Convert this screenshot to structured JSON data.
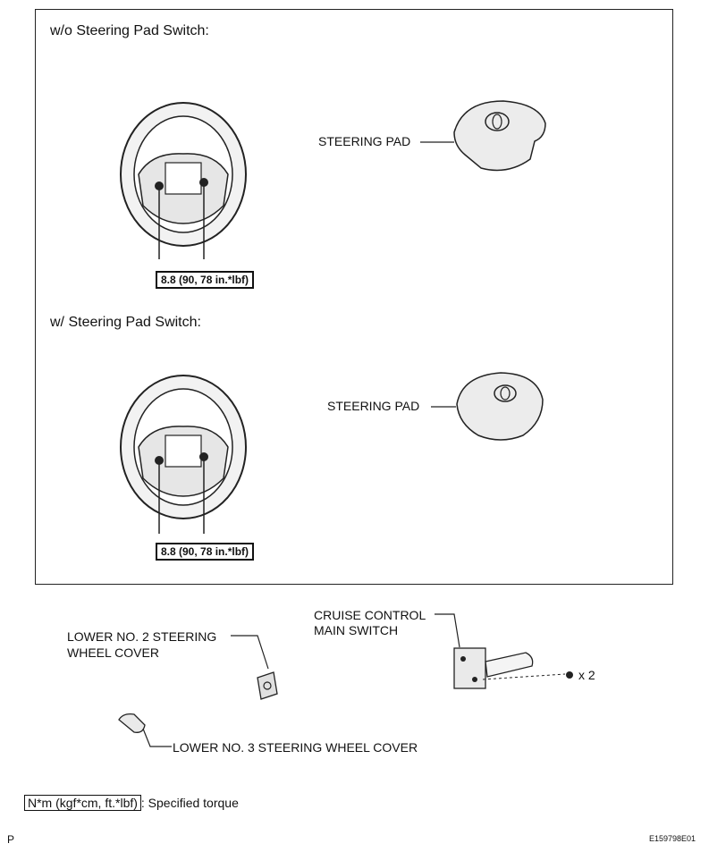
{
  "sections": {
    "without_switch": {
      "title": "w/o Steering Pad Switch:",
      "pad_label": "STEERING PAD",
      "torque": "8.8 (90, 78 in.*lbf)"
    },
    "with_switch": {
      "title": "w/ Steering Pad Switch:",
      "pad_label": "STEERING PAD",
      "torque": "8.8 (90, 78 in.*lbf)"
    }
  },
  "parts": {
    "cruise_control_line1": "CRUISE CONTROL",
    "cruise_control_line2": "MAIN SWITCH",
    "screw_count": "x 2",
    "lower_no2_line1": "LOWER NO. 2 STEERING",
    "lower_no2_line2": "WHEEL COVER",
    "lower_no3": "LOWER NO. 3 STEERING WHEEL COVER"
  },
  "legend": {
    "unit": "N*m (kgf*cm, ft.*lbf)",
    "text": ": Specified torque"
  },
  "footer": {
    "left": "P",
    "right": "E159798E01"
  }
}
